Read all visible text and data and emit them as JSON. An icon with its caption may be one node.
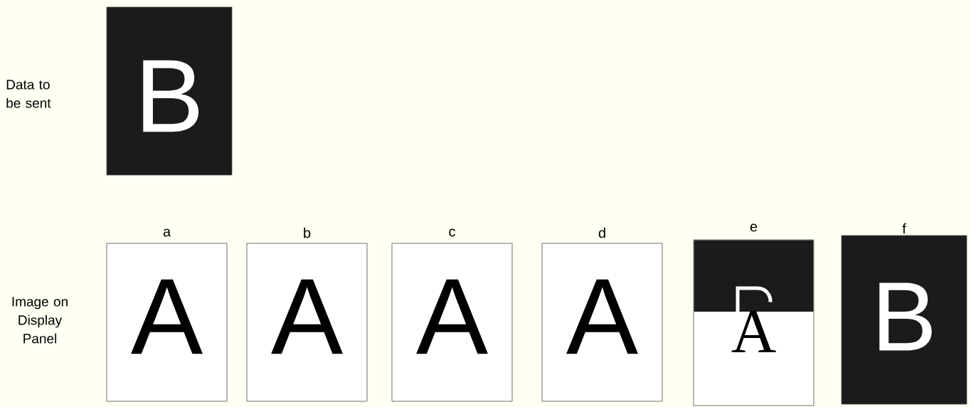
{
  "diagram": {
    "nodes": [
      {
        "text": [
          "B"
        ]
      },
      {
        "text": [
          "a",
          "A"
        ]
      },
      {
        "text": [
          "b",
          "A"
        ]
      },
      {
        "text": [
          "c",
          "A"
        ]
      },
      {
        "text": [
          "d",
          "A"
        ]
      },
      {
        "text": [
          "e",
          "A"
        ]
      },
      {
        "text": [
          "f",
          "B"
        ]
      }
    ],
    "labels": [
      "Data to be sent",
      "Image on Display Panel"
    ]
  }
}
